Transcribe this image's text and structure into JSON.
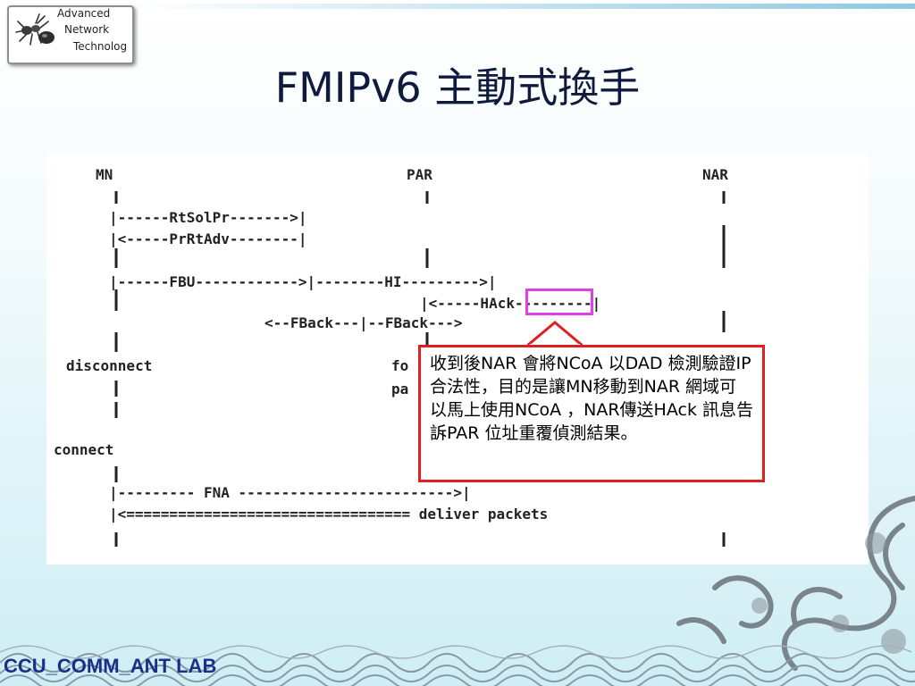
{
  "logo": {
    "line1": "Advanced",
    "line2": "Network",
    "line3": "Technolog",
    "icon": "ant-icon"
  },
  "slide": {
    "title": "FMIPv6 主動式換手"
  },
  "diagram": {
    "nodes": {
      "mn": "MN",
      "par": "PAR",
      "nar": "NAR"
    },
    "rows": {
      "rtsolpr": "|------RtSolPr------->|",
      "prrtadv": "|<-----PrRtAdv--------|",
      "fbu": "|------FBU------------>|--------HI--------->|",
      "hack": "|<-----HAck---------|",
      "fback": "<--FBack---|--FBack--->",
      "disconnect": "disconnect",
      "fo": "fo",
      "pa": "pa",
      "connect": "connect",
      "fna": "|--------- FNA ------------------------->|",
      "deliver": "|<================================= deliver packets"
    }
  },
  "callout": {
    "text": "收到後NAR 會將NCoA 以DAD 檢測驗證IP 合法性，目的是讓MN移動到NAR 網域可以馬上使用NCoA ，NAR傳送HAck 訊息告訴PAR 位址重覆偵測結果。"
  },
  "footer": {
    "label": "CCU_COMM_ANT LAB"
  },
  "colors": {
    "title": "#0f1a3c",
    "callout_border": "#e02020",
    "highlight_box": "#e040e8",
    "footer_label": "#1a2f8a"
  }
}
